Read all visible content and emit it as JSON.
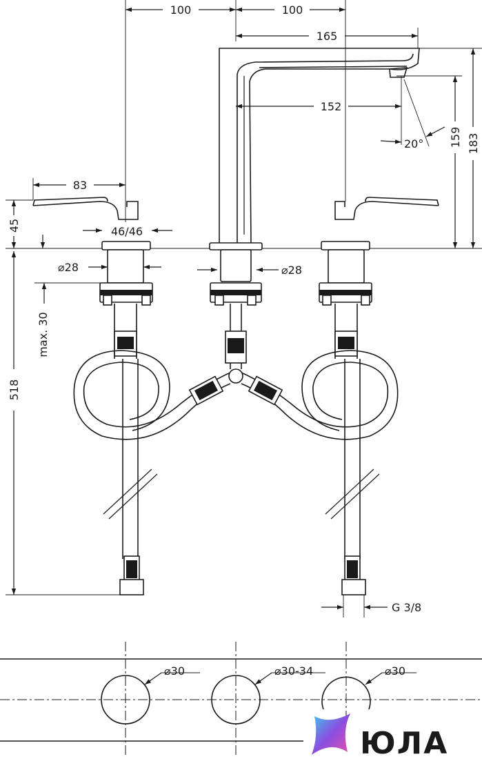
{
  "dimensions": {
    "handle_offset_left": "100",
    "handle_offset_right": "100",
    "spout_reach": "165",
    "spout_reach_inner": "152",
    "spout_angle": "20°",
    "spout_outlet_height": "159",
    "total_height": "183",
    "handle_length": "83",
    "handle_height": "45",
    "handle_body": "46/46",
    "handle_diameter": "⌀28",
    "spout_diameter": "⌀28",
    "max_deck_thickness": "max. 30",
    "hose_length": "518",
    "connection_thread": "G 3/8",
    "cutout_left": "⌀30",
    "cutout_center": "⌀30-34",
    "cutout_right": "⌀30"
  },
  "brand": {
    "name": "ЮЛА",
    "colors": [
      "#3fc8f0",
      "#8a4fe0",
      "#e84fa8"
    ]
  }
}
